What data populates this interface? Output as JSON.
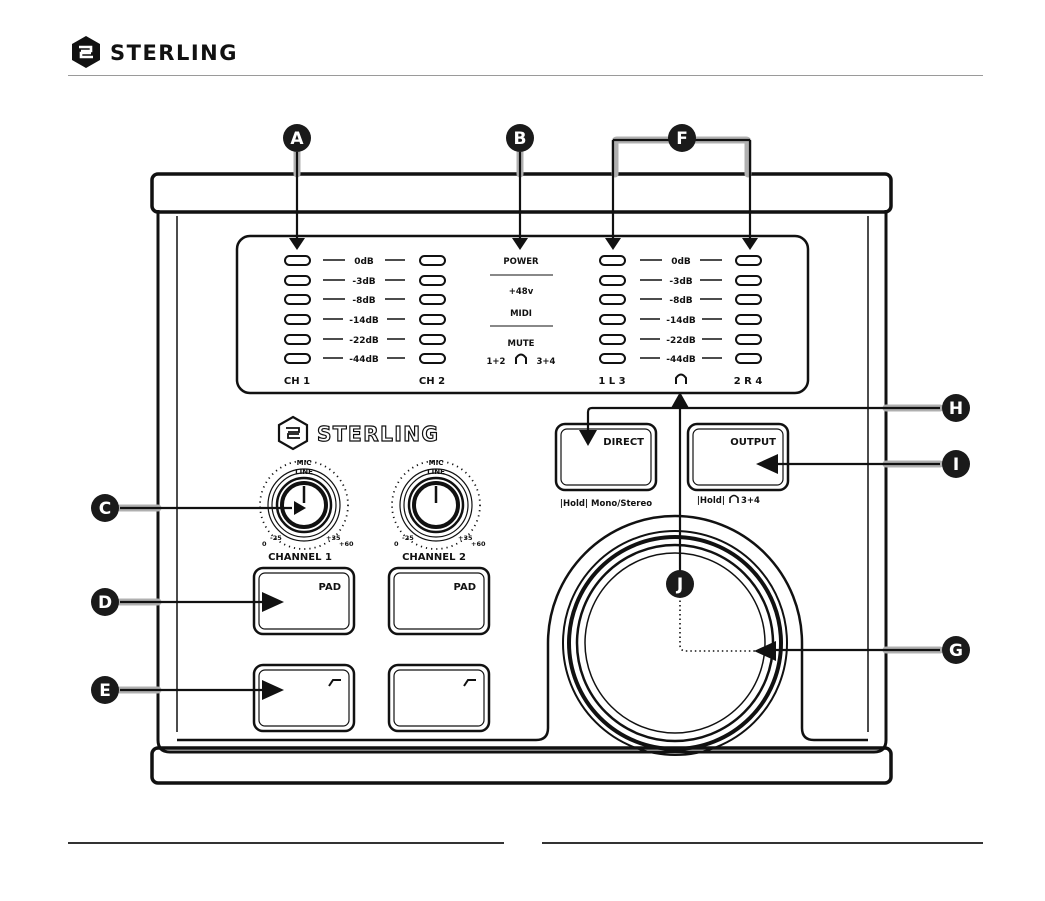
{
  "brand": {
    "name": "STERLING"
  },
  "callouts": {
    "A": "A",
    "B": "B",
    "C": "C",
    "D": "D",
    "E": "E",
    "F": "F",
    "G": "G",
    "H": "H",
    "I": "I",
    "J": "J"
  },
  "meter_left": {
    "scale": [
      "0dB",
      "-3dB",
      "-8dB",
      "-14dB",
      "-22dB",
      "-44dB"
    ],
    "ch1_label": "CH 1",
    "ch2_label": "CH 2"
  },
  "meter_right": {
    "scale": [
      "0dB",
      "-3dB",
      "-8dB",
      "-14dB",
      "-22dB",
      "-44dB"
    ],
    "left_label": "1 L 3",
    "right_label": "2 R 4"
  },
  "status": {
    "power": "POWER",
    "phantom": "+48v",
    "midi": "MIDI",
    "mute": "MUTE",
    "mute_left": "1+2",
    "mute_right": "3+4"
  },
  "knobs": {
    "ch1": {
      "label": "CHANNEL 1",
      "mic": "MIC",
      "line": "LINE",
      "s0": "0",
      "s25": "-25",
      "s35": "+35",
      "s60": "+60"
    },
    "ch2": {
      "label": "CHANNEL 2",
      "mic": "MIC",
      "line": "LINE",
      "s0": "0",
      "s25": "-25",
      "s35": "+35",
      "s60": "+60"
    }
  },
  "buttons": {
    "pad1": "PAD",
    "pad2": "PAD",
    "direct": "DIRECT",
    "direct_sub": "|Hold| Mono/Stereo",
    "output": "OUTPUT",
    "output_sub_pre": "|Hold|",
    "output_sub_post": "3+4"
  },
  "colors": {
    "ink": "#111111",
    "callout": "#1a1a1a",
    "leader_shadow": "#b0b0b0"
  }
}
